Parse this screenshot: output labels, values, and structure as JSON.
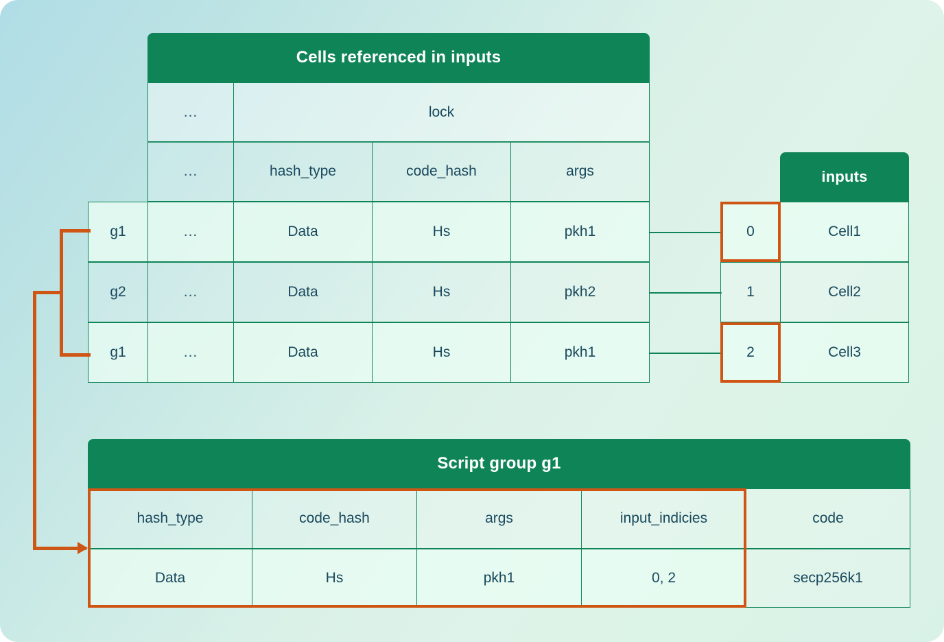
{
  "theme": {
    "header_green": "#0e8457",
    "highlight_orange": "#cf5515",
    "text_navy": "#19485c",
    "bg_start": "#b0dde6",
    "bg_end": "#d9f2e7"
  },
  "cells_table": {
    "title": "Cells referenced in inputs",
    "group_header_blank": "",
    "lock_label": "lock",
    "ellipsis": "...",
    "sub_headers": [
      "...",
      "hash_type",
      "code_hash",
      "args"
    ],
    "rows": [
      {
        "group": "g1",
        "ellipsis": "...",
        "hash_type": "Data",
        "code_hash": "Hs",
        "args": "pkh1"
      },
      {
        "group": "g2",
        "ellipsis": "...",
        "hash_type": "Data",
        "code_hash": "Hs",
        "args": "pkh2"
      },
      {
        "group": "g1",
        "ellipsis": "...",
        "hash_type": "Data",
        "code_hash": "Hs",
        "args": "pkh1"
      }
    ]
  },
  "inputs_table": {
    "title": "inputs",
    "rows": [
      {
        "index": "0",
        "cell": "Cell1",
        "highlighted": true
      },
      {
        "index": "1",
        "cell": "Cell2",
        "highlighted": false
      },
      {
        "index": "2",
        "cell": "Cell3",
        "highlighted": true
      }
    ]
  },
  "script_group_table": {
    "title": "Script group g1",
    "headers": [
      "hash_type",
      "code_hash",
      "args",
      "input_indicies",
      "code"
    ],
    "row": [
      "Data",
      "Hs",
      "pkh1",
      "0, 2",
      "secp256k1"
    ]
  }
}
